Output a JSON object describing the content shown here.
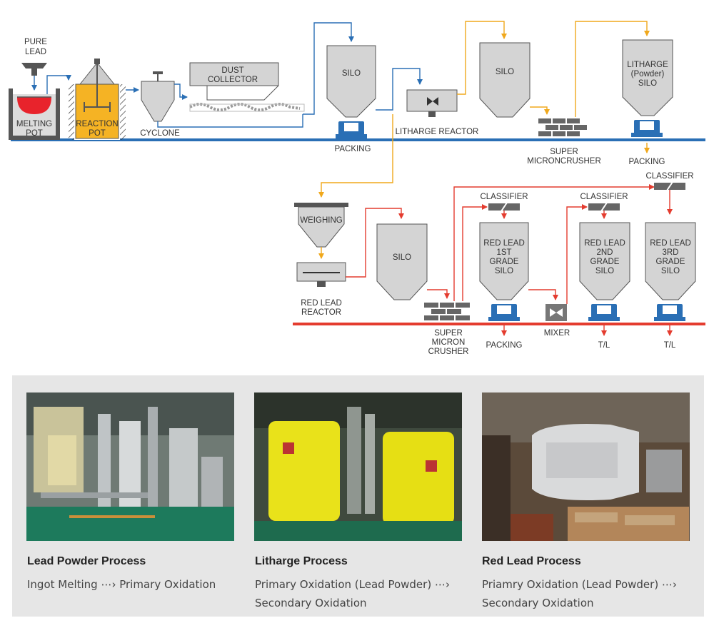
{
  "diagram": {
    "labels": {
      "pure_lead": [
        "PURE",
        "LEAD"
      ],
      "melting_pot": [
        "MELTING",
        "POT"
      ],
      "reaction_pot": [
        "REACTION",
        "POT"
      ],
      "cyclone": "CYCLONE",
      "dust_collector": [
        "DUST",
        "COLLECTOR"
      ],
      "silo_1": "SILO",
      "packing_1": "PACKING",
      "litharge_reactor": "LITHARGE REACTOR",
      "silo_2": "SILO",
      "super_microncrusher": [
        "SUPER",
        "MICRONCRUSHER"
      ],
      "litharge_silo": [
        "LITHARGE",
        "(Powder)",
        "SILO"
      ],
      "packing_2": "PACKING",
      "weighing": "WEIGHING",
      "red_lead_reactor": [
        "RED LEAD",
        "REACTOR"
      ],
      "silo_3": "SILO",
      "super_micron_crusher": [
        "SUPER",
        "MICRON",
        "CRUSHER"
      ],
      "classifier_1": "CLASSIFIER",
      "classifier_2": "CLASSIFIER",
      "classifier_3": "CLASSIFIER",
      "red_lead_1st": [
        "RED LEAD",
        "1ST",
        "GRADE",
        "SILO"
      ],
      "red_lead_2nd": [
        "RED LEAD",
        "2ND",
        "GRADE",
        "SILO"
      ],
      "red_lead_3rd": [
        "RED LEAD",
        "3RD",
        "GRADE",
        "SILO"
      ],
      "packing_3": "PACKING",
      "mixer": "MIXER",
      "tl_1": "T/L",
      "tl_2": "T/L"
    },
    "colors": {
      "blue_line": "#2a6fb5",
      "red_line": "#e43c2f",
      "orange_line": "#f0a81c",
      "equipment": "#d4d4d4",
      "reaction_pot": "#f5b324",
      "molten_lead": "#e8232c"
    }
  },
  "processes": [
    {
      "title": "Lead Powder Process",
      "description": "Ingot Melting ⋯› Primary Oxidation"
    },
    {
      "title": "Litharge Process",
      "description": "Primary Oxidation (Lead Powder) ⋯› Secondary Oxidation"
    },
    {
      "title": "Red Lead Process",
      "description": "Priamry Oxidation (Lead Powder) ⋯› Secondary Oxidation"
    }
  ]
}
